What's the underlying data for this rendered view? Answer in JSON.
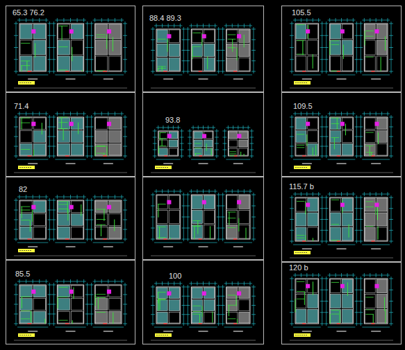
{
  "diagram": {
    "nodes": [
      {
        "text": [
          "65.3 76.2"
        ]
      },
      {
        "text": [
          "88.4 89.3"
        ]
      },
      {
        "text": [
          "105.5"
        ]
      },
      {
        "text": [
          "71.4"
        ]
      },
      {
        "text": [
          "93.8"
        ]
      },
      {
        "text": [
          "109.5"
        ]
      },
      {
        "text": [
          "82"
        ]
      },
      {
        "text": [
          "115.7 b"
        ]
      },
      {
        "text": [
          "85.5"
        ]
      },
      {
        "text": [
          "100"
        ]
      },
      {
        "text": [
          "120 b"
        ]
      }
    ]
  }
}
